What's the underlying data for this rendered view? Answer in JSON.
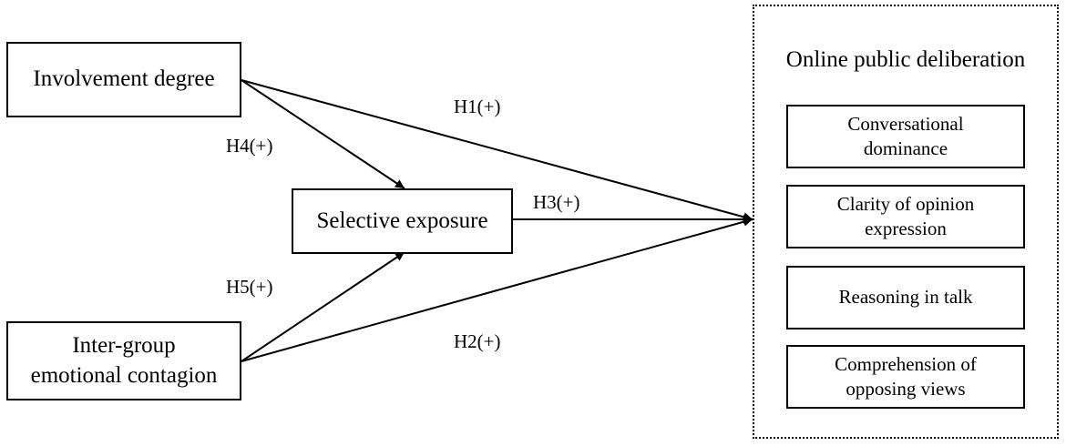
{
  "nodes": {
    "involvement": "Involvement degree",
    "contagion": "Inter-group\nemotional contagion",
    "selective": "Selective exposure"
  },
  "outcome": {
    "title": "Online public deliberation",
    "items": [
      "Conversational\ndominance",
      "Clarity of opinion\nexpression",
      "Reasoning in talk",
      "Comprehension of\nopposing views"
    ]
  },
  "hypotheses": {
    "h1": "H1(+)",
    "h2": "H2(+)",
    "h3": "H3(+)",
    "h4": "H4(+)",
    "h5": "H5(+)"
  }
}
